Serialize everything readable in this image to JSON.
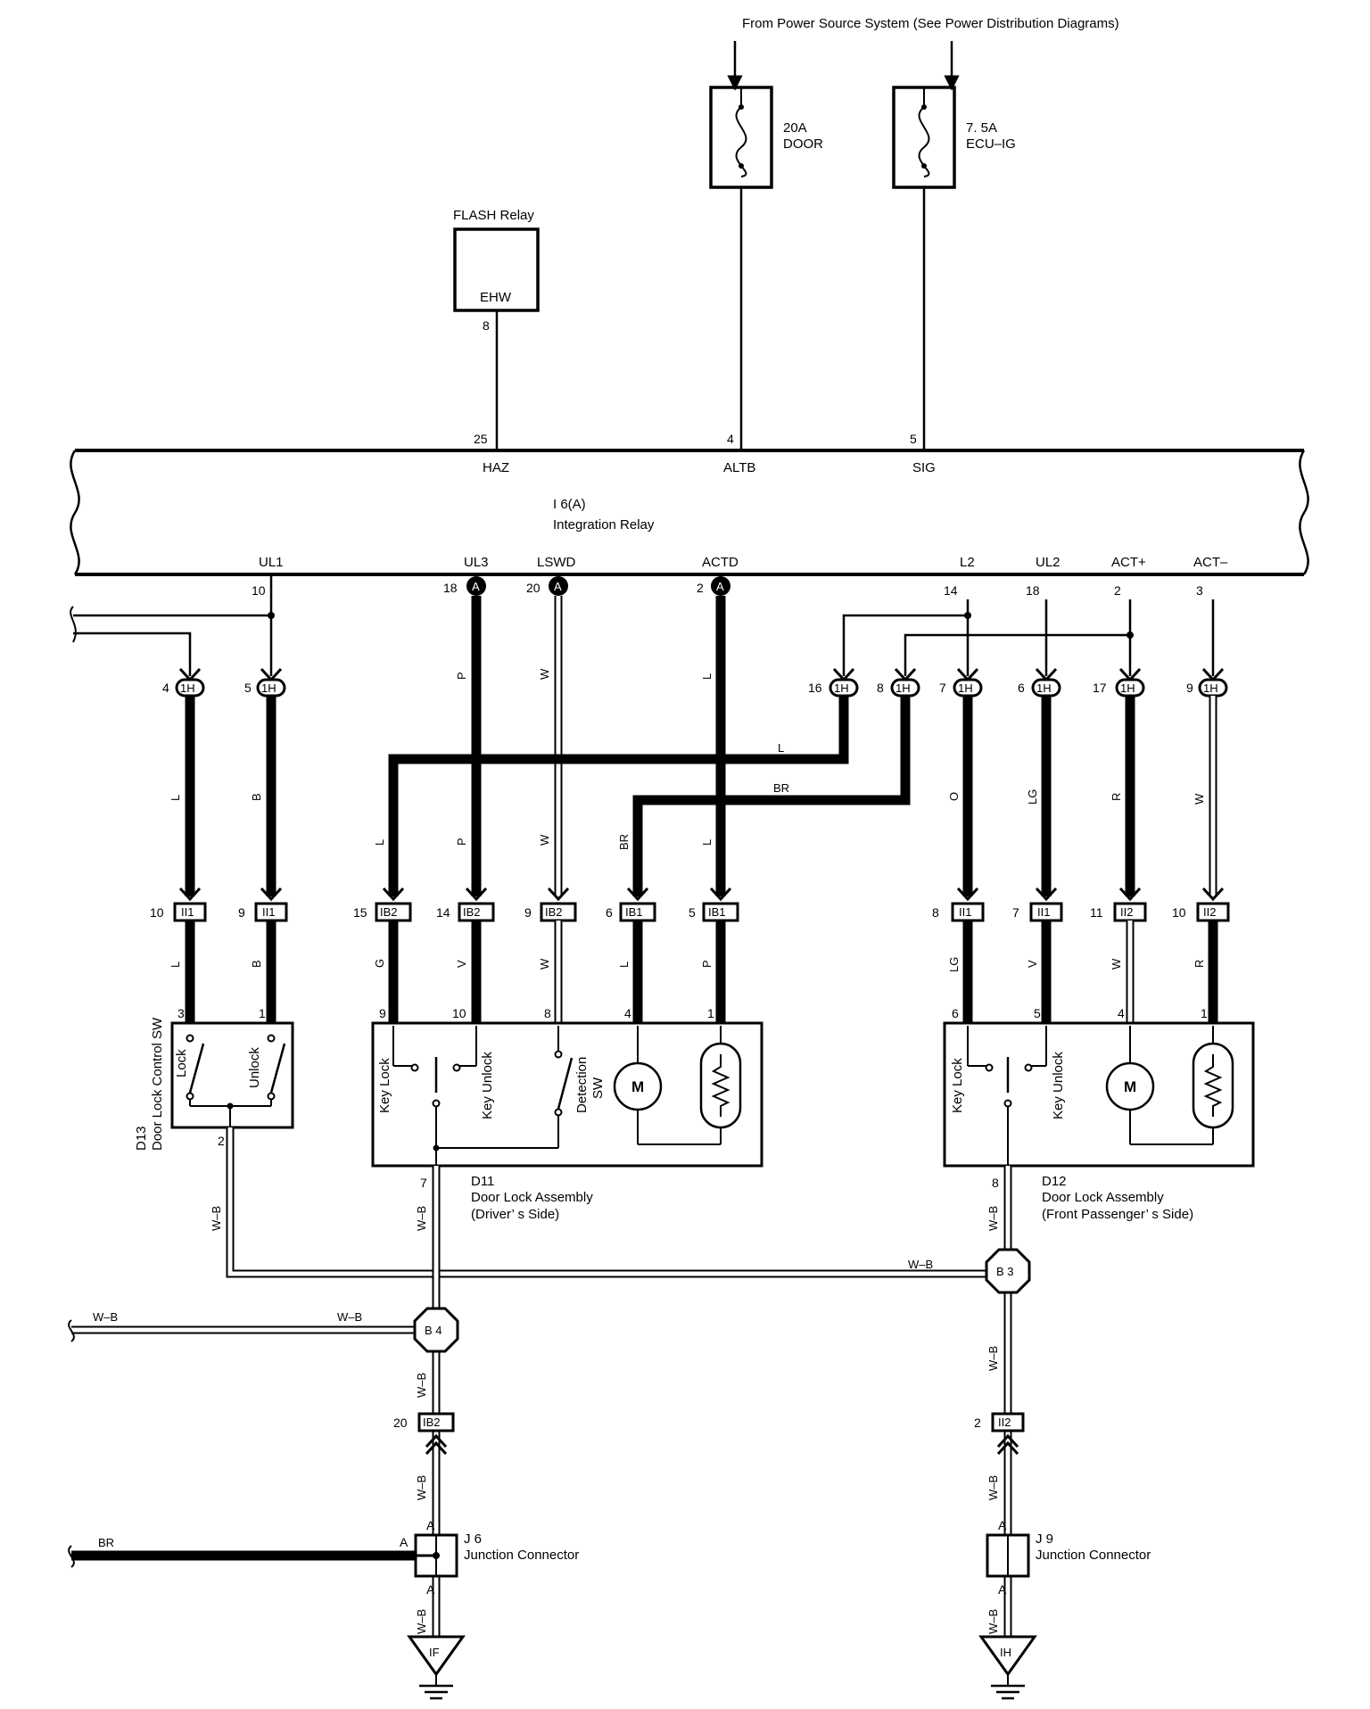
{
  "power_source": "From Power Source System (See Power Distribution Diagrams)",
  "fuses": [
    {
      "amp": "20A",
      "name": "DOOR"
    },
    {
      "amp": "7. 5A",
      "name": "ECU–IG"
    }
  ],
  "flash_relay": {
    "title": "FLASH Relay",
    "terminal": "EHW",
    "pin": "8"
  },
  "integration_relay": {
    "code": "I 6(A)",
    "name": "Integration Relay",
    "top_terminals": [
      {
        "pin": "25",
        "name": "HAZ"
      },
      {
        "pin": "4",
        "name": "ALTB"
      },
      {
        "pin": "5",
        "name": "SIG"
      }
    ],
    "bottom_terminals": [
      {
        "pin": "10",
        "name": "UL1"
      },
      {
        "pin": "18",
        "name": "UL3"
      },
      {
        "pin": "20",
        "name": "LSWD"
      },
      {
        "pin": "2",
        "name": "ACTD"
      },
      {
        "pin": "14",
        "name": "L2"
      },
      {
        "pin": "18",
        "name": "UL2"
      },
      {
        "pin": "2",
        "name": "ACT+"
      },
      {
        "pin": "3",
        "name": "ACT–"
      }
    ],
    "connector_letter": "A"
  },
  "connector_1h": [
    {
      "pin": "4",
      "label": "1H"
    },
    {
      "pin": "5",
      "label": "1H"
    },
    {
      "pin": "16",
      "label": "1H"
    },
    {
      "pin": "8",
      "label": "1H"
    },
    {
      "pin": "7",
      "label": "1H"
    },
    {
      "pin": "6",
      "label": "1H"
    },
    {
      "pin": "17",
      "label": "1H"
    },
    {
      "pin": "9",
      "label": "1H"
    }
  ],
  "wire_colors_upper": [
    "P",
    "W",
    "L",
    "L",
    "B",
    "L",
    "BR",
    "O",
    "LG",
    "R",
    "W",
    "L",
    "P",
    "W",
    "BR",
    "L"
  ],
  "lower_connectors": [
    {
      "pin": "10",
      "label": "II1"
    },
    {
      "pin": "9",
      "label": "II1"
    },
    {
      "pin": "15",
      "label": "IB2"
    },
    {
      "pin": "14",
      "label": "IB2"
    },
    {
      "pin": "9",
      "label": "IB2"
    },
    {
      "pin": "6",
      "label": "IB1"
    },
    {
      "pin": "5",
      "label": "IB1"
    },
    {
      "pin": "8",
      "label": "II1"
    },
    {
      "pin": "7",
      "label": "II1"
    },
    {
      "pin": "11",
      "label": "II2"
    },
    {
      "pin": "10",
      "label": "II2"
    }
  ],
  "wire_colors_lower": [
    "L",
    "B",
    "G",
    "V",
    "W",
    "L",
    "P",
    "LG",
    "V",
    "W",
    "R"
  ],
  "d13": {
    "code": "D13",
    "name": "Door Lock Control SW",
    "pins": [
      "3",
      "1",
      "2"
    ],
    "switches": [
      "Lock",
      "Unlock"
    ]
  },
  "d11": {
    "code": "D11",
    "name": "Door Lock Assembly",
    "side": "(Driver’ s Side)",
    "pins": [
      "9",
      "10",
      "8",
      "4",
      "1",
      "7"
    ],
    "labels": [
      "Key Lock",
      "Key Unlock",
      "Detection",
      "SW"
    ],
    "motor": "M"
  },
  "d12": {
    "code": "D12",
    "name": "Door Lock Assembly",
    "side": "(Front Passenger’ s Side)",
    "pins": [
      "6",
      "5",
      "4",
      "1",
      "8"
    ],
    "labels": [
      "Key Lock",
      "Key Unlock"
    ],
    "motor": "M"
  },
  "ground_wire": "W–B",
  "wire_br": "BR",
  "junctions": [
    {
      "label": "B 3"
    },
    {
      "label": "B 4"
    }
  ],
  "ground_connectors": [
    {
      "pin": "20",
      "label": "IB2"
    },
    {
      "pin": "2",
      "label": "II2"
    }
  ],
  "j6": {
    "code": "J 6",
    "name": "Junction Connector",
    "pin": "A"
  },
  "j9": {
    "code": "J 9",
    "name": "Junction Connector",
    "pin": "A"
  },
  "grounds": [
    "IF",
    "IH"
  ]
}
